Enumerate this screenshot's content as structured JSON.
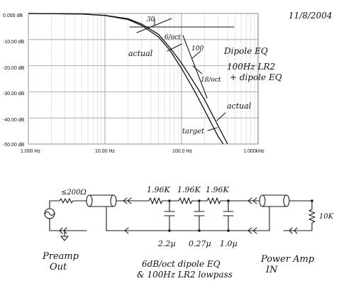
{
  "date_note": "11/8/2004",
  "chart_data": {
    "type": "line",
    "y_ticks": [
      "0.000 dB",
      "-10.00 dB",
      "-20.00 dB",
      "-30.00 dB",
      "-40.00 dB",
      "-50.00 dB"
    ],
    "x_ticks": [
      "1.000 Hz",
      "10.00 Hz",
      "100.0 Hz",
      "1.000kHz"
    ],
    "x_scale": "log",
    "xlim": [
      1,
      1000
    ],
    "ylim": [
      -50,
      0
    ],
    "grid": true,
    "series": [
      {
        "x": [
          1,
          5,
          10,
          20,
          30,
          50,
          70,
          100,
          150,
          200,
          300,
          400
        ],
        "y": [
          0,
          -0.2,
          -0.7,
          -2,
          -4,
          -8,
          -13,
          -19,
          -27,
          -33,
          -43,
          -50
        ]
      },
      {
        "x": [
          1,
          5,
          10,
          20,
          30,
          50,
          70,
          100,
          150,
          200,
          300,
          350
        ],
        "y": [
          0,
          -0.2,
          -0.8,
          -2.3,
          -4.5,
          -9,
          -14,
          -21,
          -30,
          -37,
          -47,
          -50
        ]
      }
    ],
    "annotations": {
      "a30": "30",
      "slope_6": "6/oct",
      "actual_top": "actual",
      "f100": "100",
      "dipole_eq": "Dipole EQ",
      "lr2_line1": "100Hz LR2",
      "lr2_line2": "+ dipole EQ",
      "slope_18": "18/oct",
      "actual_bottom": "actual",
      "target": "target"
    }
  },
  "schematic": {
    "source_impedance": "≤200Ω",
    "r1": "1.96K",
    "r2": "1.96K",
    "r3": "1.96K",
    "c1": "2.2µ",
    "c2": "0.27µ",
    "c3": "1.0µ",
    "load": "10K",
    "preamp_line1": "Preamp",
    "preamp_line2": "Out",
    "poweramp_line1": "Power Amp",
    "poweramp_line2": "IN",
    "caption_line1": "6dB/oct dipole EQ",
    "caption_line2": "& 100Hz LR2 lowpass"
  }
}
